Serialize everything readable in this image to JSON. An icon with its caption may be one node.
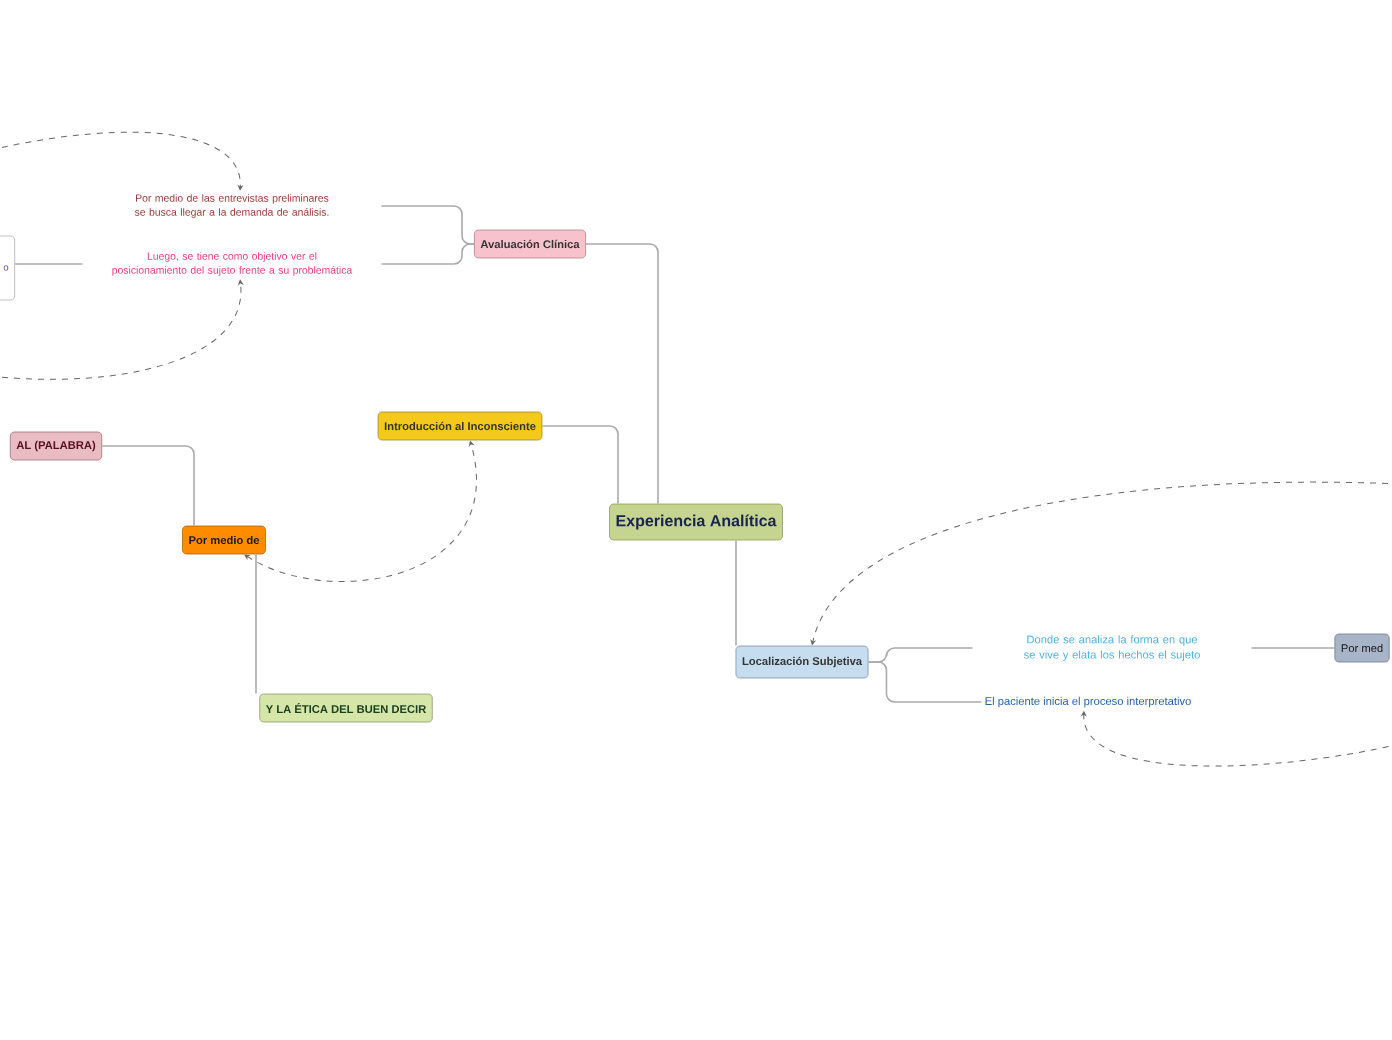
{
  "diagram": {
    "nodes": [
      {
        "text": [
          "Experiencia Analítica"
        ]
      },
      {
        "text": [
          "Avaluación Clínica"
        ]
      },
      {
        "text": [
          "Por medio de las entrevistas preliminares se busca llegar a la demanda de análisis."
        ]
      },
      {
        "text": [
          "Luego, se tiene como objetivo ver el posicionamiento del sujeto frente a su problemática"
        ]
      },
      {
        "text": [
          "o"
        ]
      },
      {
        "text": [
          "Introducción al Inconsciente"
        ]
      },
      {
        "text": [
          "Por medio de"
        ]
      },
      {
        "text": [
          "AL (PALABRA)"
        ]
      },
      {
        "text": [
          "Y LA ÉTICA DEL BUEN DECIR"
        ]
      },
      {
        "text": [
          "Localización Subjetiva"
        ]
      },
      {
        "text": [
          "Donde se analiza la forma en que se vive y elata los hechos el sujeto"
        ]
      },
      {
        "text": [
          "El paciente inicia el proceso interpretativo"
        ]
      },
      {
        "text": [
          "Por med"
        ]
      }
    ],
    "edges": [
      {
        "from": 0,
        "to": 1,
        "arrow": "none"
      },
      {
        "from": 0,
        "to": 5,
        "arrow": "none"
      },
      {
        "from": 0,
        "to": 9,
        "arrow": "none"
      },
      {
        "from": 1,
        "to": 2,
        "arrow": "none"
      },
      {
        "from": 1,
        "to": 3,
        "arrow": "none"
      },
      {
        "from": 3,
        "to": 4,
        "arrow": "none"
      },
      {
        "from": 6,
        "to": 7,
        "arrow": "none"
      },
      {
        "from": 8,
        "to": 6,
        "arrow": "none"
      },
      {
        "from": 9,
        "to": 10,
        "arrow": "none"
      },
      {
        "from": 9,
        "to": 11,
        "arrow": "none"
      },
      {
        "from": 10,
        "to": 12,
        "arrow": "none"
      },
      {
        "from": null,
        "to": 2,
        "arrow": "to",
        "style": "dashed",
        "color": "#666666"
      },
      {
        "from": null,
        "to": 3,
        "arrow": "to",
        "style": "dashed",
        "color": "#666666"
      },
      {
        "from": 6,
        "to": 5,
        "arrow": "both",
        "style": "dashed",
        "color": "#666666"
      },
      {
        "from": null,
        "to": 9,
        "arrow": "to",
        "style": "dashed",
        "color": "#666666"
      },
      {
        "from": null,
        "to": 11,
        "arrow": "to",
        "style": "dashed",
        "color": "#666666"
      }
    ]
  }
}
